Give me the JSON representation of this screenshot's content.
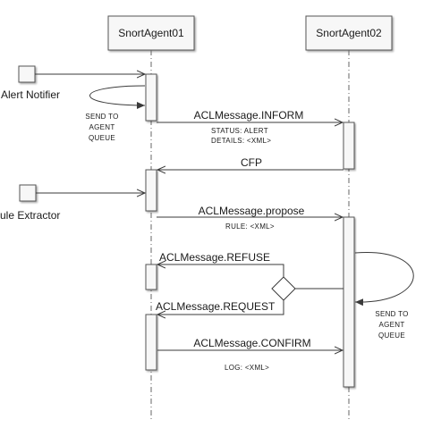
{
  "lifelines": {
    "agent1": "SnortAgent01",
    "agent2": "SnortAgent02"
  },
  "actors": {
    "alert_notifier": "Alert Notifier",
    "rule_extractor": "ule Extractor"
  },
  "notes": {
    "left_queue": [
      "SEND TO",
      "AGENT",
      "QUEUE"
    ],
    "right_queue": [
      "SEND TO",
      "AGENT",
      "QUEUE"
    ],
    "inform_content": [
      "STATUS: ALERT",
      "DETAILS: <XML>"
    ],
    "propose_content": "RULE: <XML>",
    "confirm_content": "LOG: <XML>"
  },
  "messages": {
    "inform": "ACLMessage.INFORM",
    "cfp": "CFP",
    "propose": "ACLMessage.propose",
    "refuse": "ACLMessage.REFUSE",
    "request": "ACLMessage.REQUEST",
    "confirm": "ACLMessage.CONFIRM"
  },
  "colors": {
    "line": "#3a3a3a",
    "box_fill": "#f7f7f7",
    "box_stroke": "#555555"
  }
}
